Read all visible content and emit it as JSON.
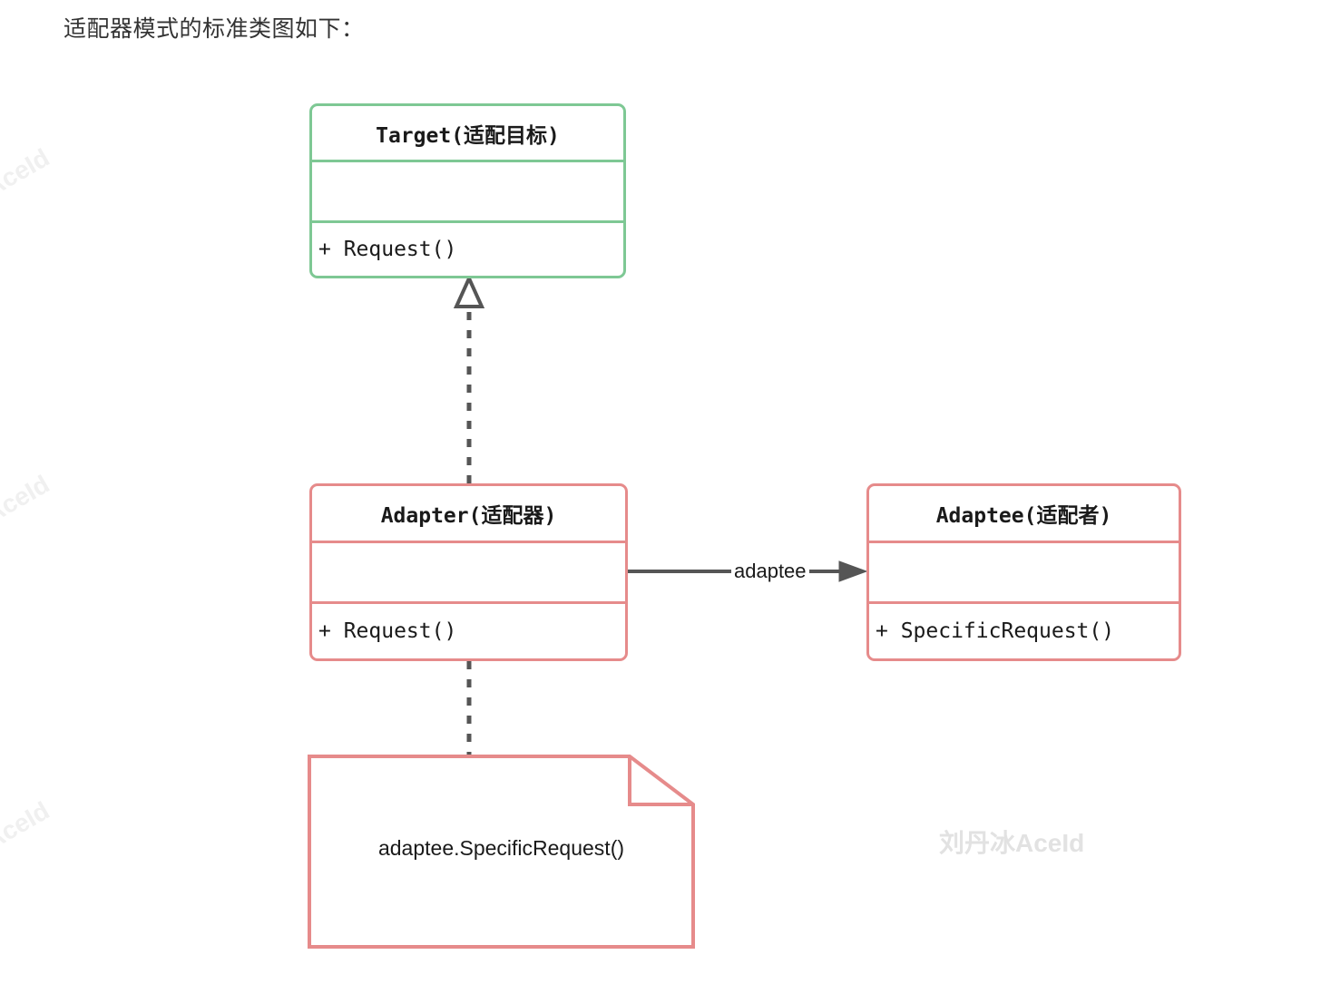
{
  "page": {
    "title": "适配器模式的标准类图如下：",
    "background_color": "#ffffff"
  },
  "colors": {
    "interface_border": "#7ec894",
    "class_border": "#e68b8b",
    "connector": "#555555",
    "text": "#1a1a1a",
    "watermark": "#e2e2e2"
  },
  "watermarks": {
    "side": "AceId",
    "center": "刘丹冰AceId"
  },
  "diagram": {
    "type": "uml-class-diagram",
    "classes": [
      {
        "id": "target",
        "name": "Target(适配目标)",
        "attributes": [],
        "operations": [
          "+ Request()"
        ],
        "color": "#7ec894"
      },
      {
        "id": "adapter",
        "name": "Adapter(适配器)",
        "attributes": [],
        "operations": [
          "+ Request()"
        ],
        "color": "#e68b8b"
      },
      {
        "id": "adaptee",
        "name": "Adaptee(适配者)",
        "attributes": [],
        "operations": [
          "+ SpecificRequest()"
        ],
        "color": "#e68b8b"
      }
    ],
    "note": {
      "id": "note-adapter-body",
      "text": "adaptee.SpecificRequest()",
      "color": "#e68b8b"
    },
    "relations": [
      {
        "id": "realization-adapter-target",
        "from": "adapter",
        "to": "target",
        "kind": "realization",
        "line": "dashed",
        "arrowhead": "hollow-triangle",
        "label": ""
      },
      {
        "id": "association-adapter-adaptee",
        "from": "adapter",
        "to": "adaptee",
        "kind": "association",
        "line": "solid",
        "arrowhead": "filled-arrow",
        "label": "adaptee"
      },
      {
        "id": "note-link-adapter",
        "from": "adapter",
        "to": "note-adapter-body",
        "kind": "note-link",
        "line": "dashed",
        "arrowhead": "none",
        "label": ""
      }
    ]
  }
}
